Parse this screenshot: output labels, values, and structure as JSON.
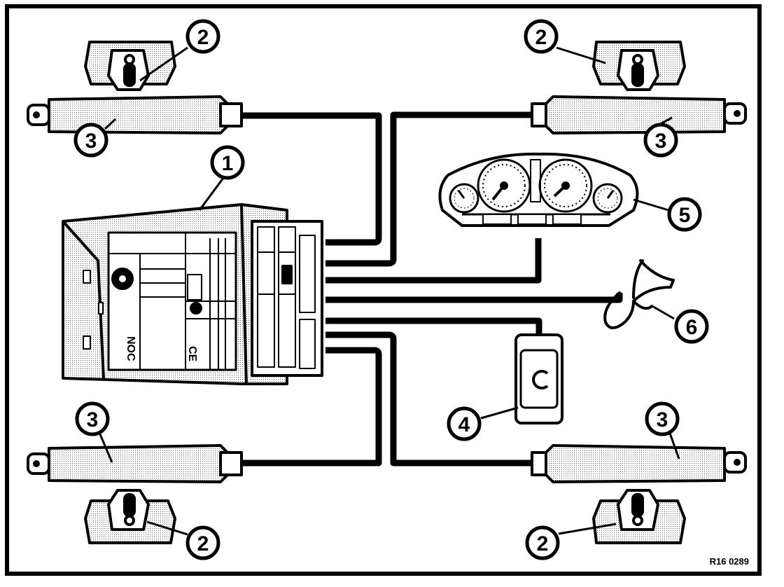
{
  "diagram": {
    "callouts": {
      "c1": "1",
      "c2": "2",
      "c3": "3",
      "c4": "4",
      "c5": "5",
      "c6": "6"
    },
    "reference_code": "R16 0289"
  },
  "colors": {
    "ink": "#000000",
    "paper": "#ffffff",
    "shade": "#cfcfcf",
    "shade_dark": "#9a9a9a"
  }
}
